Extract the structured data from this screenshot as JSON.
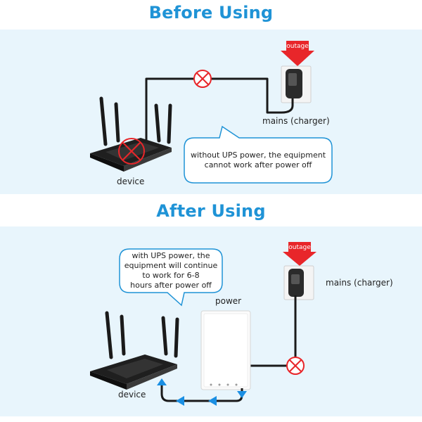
{
  "before": {
    "title": "Before Using",
    "outage_label": "outage",
    "mains_label": "mains (charger)",
    "device_label": "device",
    "bubble_line1": "without UPS power, the equipment",
    "bubble_line2": "cannot work after power off"
  },
  "after": {
    "title": "After Using",
    "outage_label": "outage",
    "mains_label": "mains (charger)",
    "device_label": "device",
    "power_label": "power",
    "bubble_line1": "with UPS power, the",
    "bubble_line2": "equipment will continue",
    "bubble_line3": "to work for 6-8",
    "bubble_line4": "hours after power off"
  },
  "colors": {
    "title": "#1f93d6",
    "panel": "#e8f5fc",
    "outage_arrow": "#e8262a",
    "cross": "#e8262a",
    "flow_arrow": "#1a8fe3",
    "bubble_border": "#1f93d6"
  }
}
